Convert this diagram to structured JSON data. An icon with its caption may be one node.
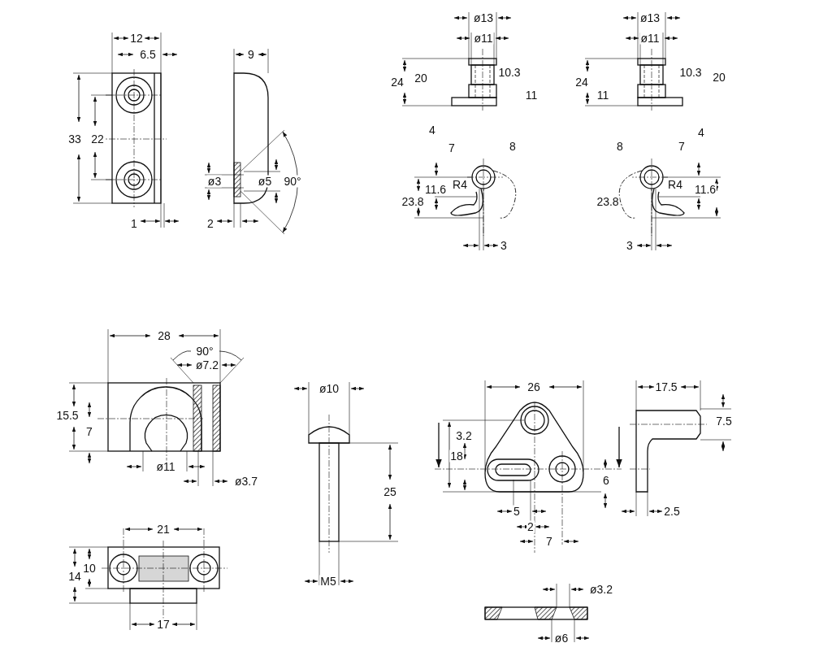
{
  "diagram": {
    "labels": [
      "12",
      "6.5",
      "33",
      "22",
      "1",
      "9",
      "ø3",
      "ø5",
      "90°",
      "2",
      "ø13",
      "ø11",
      "24",
      "20",
      "10.3",
      "11",
      "4",
      "ø13",
      "ø11",
      "24",
      "11",
      "10.3",
      "20",
      "4",
      "7",
      "8",
      "R4",
      "11.6",
      "23.8",
      "3",
      "8",
      "7",
      "R4",
      "11.6",
      "23.8",
      "3",
      "28",
      "90°",
      "ø7.2",
      "15.5",
      "7",
      "ø11",
      "ø3.7",
      "ø10",
      "25",
      "M5",
      "21",
      "10",
      "14",
      "17",
      "26",
      "3.2",
      "18",
      "6",
      "5",
      "2",
      "7",
      "17.5",
      "7.5",
      "2.5",
      "ø3.2",
      "ø6"
    ]
  }
}
